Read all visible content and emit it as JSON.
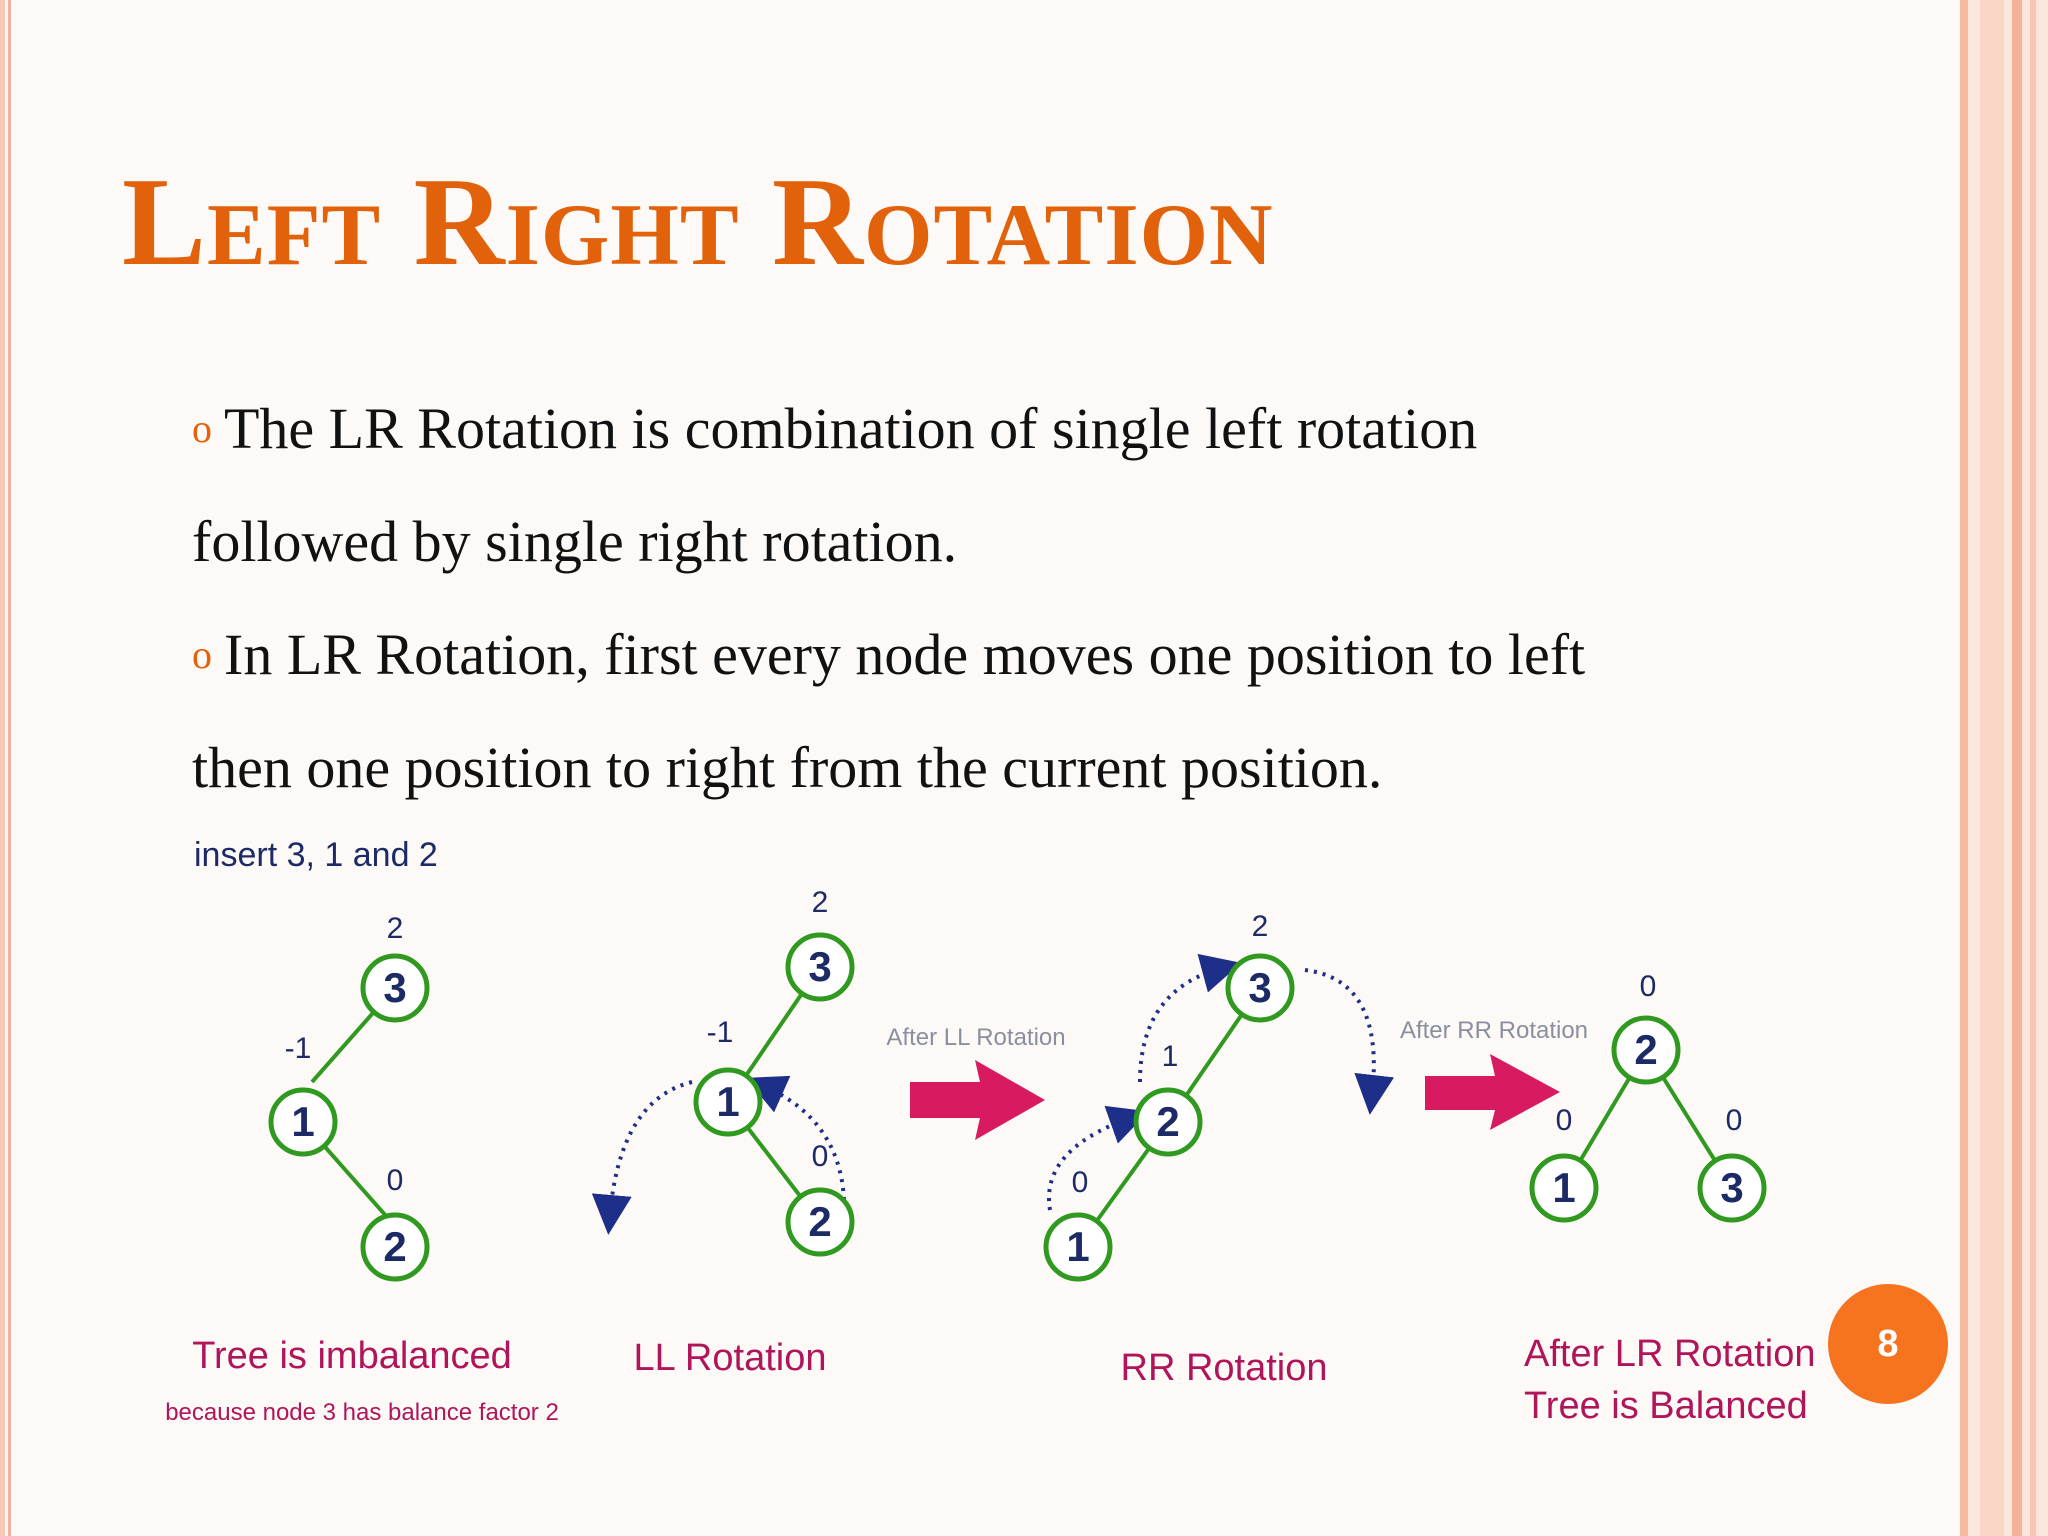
{
  "slide": {
    "title": "Left Right Rotation",
    "bullets": [
      {
        "line1": "The LR Rotation is combination of single left rotation",
        "line2": "followed by single right rotation."
      },
      {
        "line1": "In LR Rotation, first every node moves one position to left",
        "line2": "then one position to right from the current position."
      }
    ],
    "bullet_marker": "o",
    "page_number": "8"
  },
  "figure": {
    "caption_insert": "insert 3, 1 and 2",
    "tree1": {
      "nodes": {
        "a": "3",
        "b": "1",
        "c": "2"
      },
      "bf": {
        "a": "2",
        "b": "-1",
        "c": "0"
      },
      "caption": "Tree is imbalanced",
      "sub_caption": "because node 3 has balance factor 2"
    },
    "tree2": {
      "nodes": {
        "a": "3",
        "b": "1",
        "c": "2"
      },
      "bf": {
        "a": "2",
        "b": "-1",
        "c": "0"
      },
      "caption": "LL Rotation"
    },
    "arrow1_label": "After LL Rotation",
    "tree3": {
      "nodes": {
        "a": "3",
        "b": "2",
        "c": "1"
      },
      "bf": {
        "a": "2",
        "b": "1",
        "c": "0"
      },
      "caption": "RR Rotation"
    },
    "arrow2_label": "After RR Rotation",
    "tree4": {
      "nodes": {
        "a": "2",
        "b": "1",
        "c": "3"
      },
      "bf": {
        "a": "0",
        "b": "0",
        "c": "0"
      },
      "caption_line1": "After LR Rotation",
      "caption_line2": "Tree is Balanced"
    },
    "colors": {
      "node_stroke": "#2f9a1f",
      "label_text": "#1c2a66",
      "caption_text": "#b0155a",
      "arrow_fill": "#d81b60",
      "dotted_arrow": "#1e2f8a",
      "side_label": "#8a8fa0"
    }
  }
}
